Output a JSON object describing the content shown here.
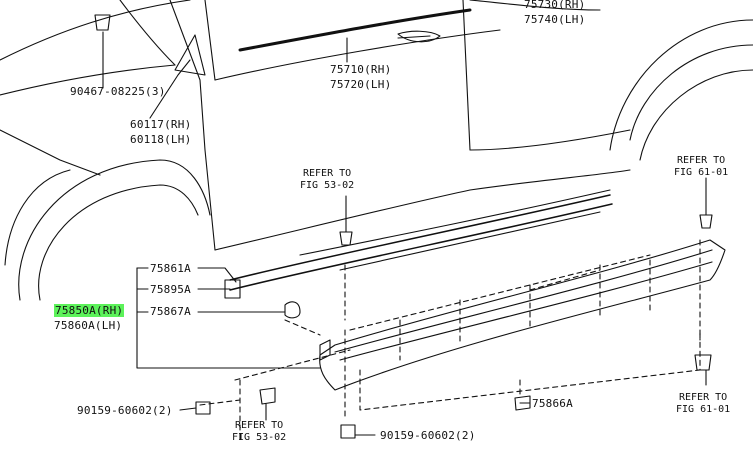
{
  "labels": {
    "p_75730_rh": "75730(RH)",
    "p_75740_lh": "75740(LH)",
    "p_90467": "90467-08225(3)",
    "p_75710_rh": "75710(RH)",
    "p_75720_lh": "75720(LH)",
    "p_60117_rh": "60117(RH)",
    "p_60118_lh": "60118(LH)",
    "p_75861a": "75861A",
    "p_75895a": "75895A",
    "p_75850a_rh": "75850A(RH)",
    "p_75860a_lh": "75860A(LH)",
    "p_75867a": "75867A",
    "p_75866a": "75866A",
    "p_90159_left": "90159-60602(2)",
    "p_90159_bottom": "90159-60602(2)"
  },
  "refs": {
    "ref_53_top": [
      "REFER TO",
      "FIG 53-02"
    ],
    "ref_53_bottom": [
      "REFER TO",
      "FIG 53-02"
    ],
    "ref_61_top": [
      "REFER TO",
      "FIG 61-01"
    ],
    "ref_61_bottom": [
      "REFER TO",
      "FIG 61-01"
    ]
  },
  "colors": {
    "highlight": "#5cf25a",
    "ink": "#111111"
  }
}
